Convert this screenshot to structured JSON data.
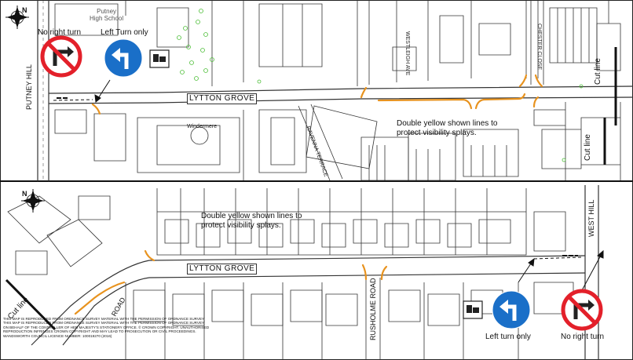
{
  "top_panel": {
    "signs": {
      "no_right_turn": "No right turn",
      "left_turn_only": "Left Turn only"
    },
    "roads": {
      "putney_hill": "PUTNEY HILL",
      "lytton_grove": "LYTTON GROVE",
      "westleigh_ave": "WESTLEIGH AVE",
      "chester_close": "CHESTER CLOSE",
      "ravenna_terrace": "RAVENNA TERRACE"
    },
    "places": {
      "school": "Putney\nHigh School",
      "windermere": "Windermere"
    },
    "note": "Double yellow shown lines to\nprotect visibility splays.",
    "cut_line_1": "Cut line",
    "cut_line_2": "Cut line"
  },
  "bottom_panel": {
    "roads": {
      "lytton_grove": "LYTTON GROVE",
      "west_hill": "WEST HILL",
      "rusholme_road": "RUSHOLME ROAD",
      "road_partial": "ROAD"
    },
    "note": "Double yellow shown lines to\nprotect visibility splays.",
    "signs": {
      "left_turn_only": "Left turn only",
      "no_right_turn": "No right turn"
    },
    "cut_line": "Cut line"
  },
  "copyright": [
    "THIS MAP IS REPRODUCED FROM ORDNANCE SURVEY MATERIAL WITH THE PERMISSION OF ORDNANCE SURVEY",
    "THIS MAP IS REPRODUCED FROM ORDNANCE SURVEY MATERIAL WITH THE PERMISSION OF ORDNANCE SURVEY",
    "ON BEHALF OF THE CONTROLLER OF HER MAJESTY'S STATIONERY OFFICE. © CROWN COPYRIGHT. UNAUTHORISED",
    "REPRODUCTION INFRINGES CROWN COPYRIGHT AND MAY LEAD TO PROSECUTION OR CIVIL PROCEEDINGS.",
    "WANDSWORTH COUNCIL LICENCE NUMBER: 100019270 (2016)"
  ],
  "colors": {
    "yellow_line": "#e8931f",
    "sign_red": "#e3202a",
    "sign_blue": "#1a6fc8",
    "tree_green": "#4fbf3a"
  }
}
